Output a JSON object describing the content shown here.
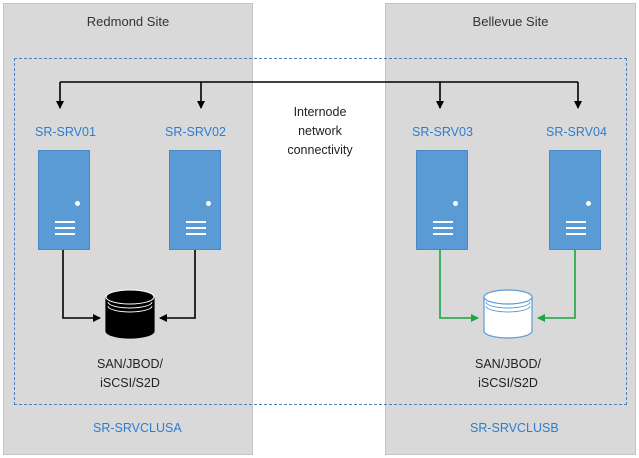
{
  "sites": {
    "left": {
      "title": "Redmond Site"
    },
    "right": {
      "title": "Bellevue Site"
    }
  },
  "servers": [
    {
      "label": "SR-SRV01"
    },
    {
      "label": "SR-SRV02"
    },
    {
      "label": "SR-SRV03"
    },
    {
      "label": "SR-SRV04"
    }
  ],
  "network_label_lines": [
    "Internode",
    "network",
    "connectivity"
  ],
  "storage": {
    "left": {
      "lines": [
        "SAN/JBOD/",
        "iSCSI/S2D"
      ]
    },
    "right": {
      "lines": [
        "SAN/JBOD/",
        "iSCSI/S2D"
      ]
    }
  },
  "clusters": {
    "left": {
      "label": "SR-SRVCLUSA"
    },
    "right": {
      "label": "SR-SRVCLUSB"
    }
  },
  "colors": {
    "accent_blue": "#2e7dd1",
    "server_fill": "#5b9bd5",
    "site_fill": "#d9d9d9",
    "left_link": "#000000",
    "right_link": "#1aa641",
    "left_disk": "#000000",
    "right_disk": "#ffffff"
  }
}
